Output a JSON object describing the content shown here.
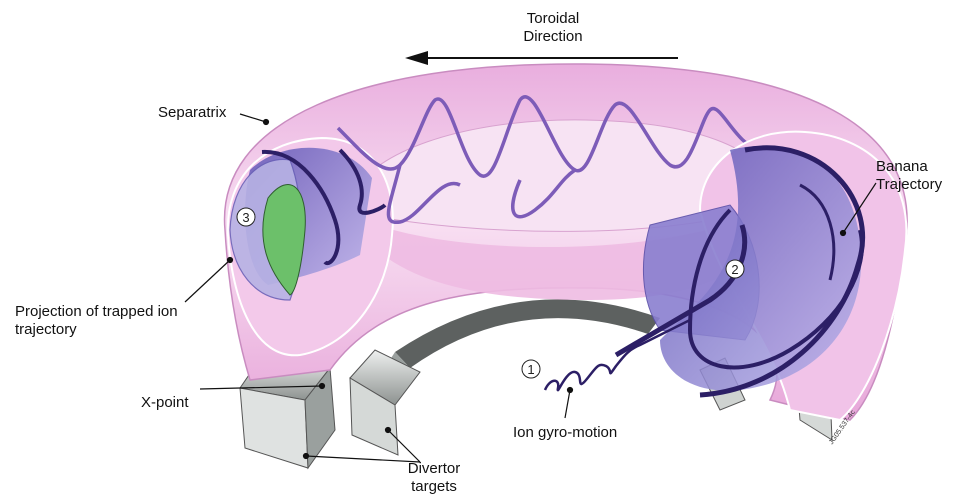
{
  "labels": {
    "toroidal": [
      "Toroidal",
      "Direction"
    ],
    "separatrix": "Separatrix",
    "banana": [
      "Banana",
      "Trajectory"
    ],
    "projection": [
      "Projection of trapped ion",
      "trajectory"
    ],
    "xpoint": "X-point",
    "gyro": "Ion gyro-motion",
    "divertor": [
      "Divertor",
      "targets"
    ],
    "markers": [
      "1",
      "2",
      "3"
    ],
    "code": "JG05.537-4c"
  },
  "colors": {
    "torus": "#f0bfe4",
    "torus_edge": "#c98cc0",
    "cut": "#8a7fd0",
    "trajectory": "#2c1f66",
    "helix": "#7d5cb8",
    "banana_fill": "#6cc06a",
    "tiles": "#c9cdcb"
  }
}
